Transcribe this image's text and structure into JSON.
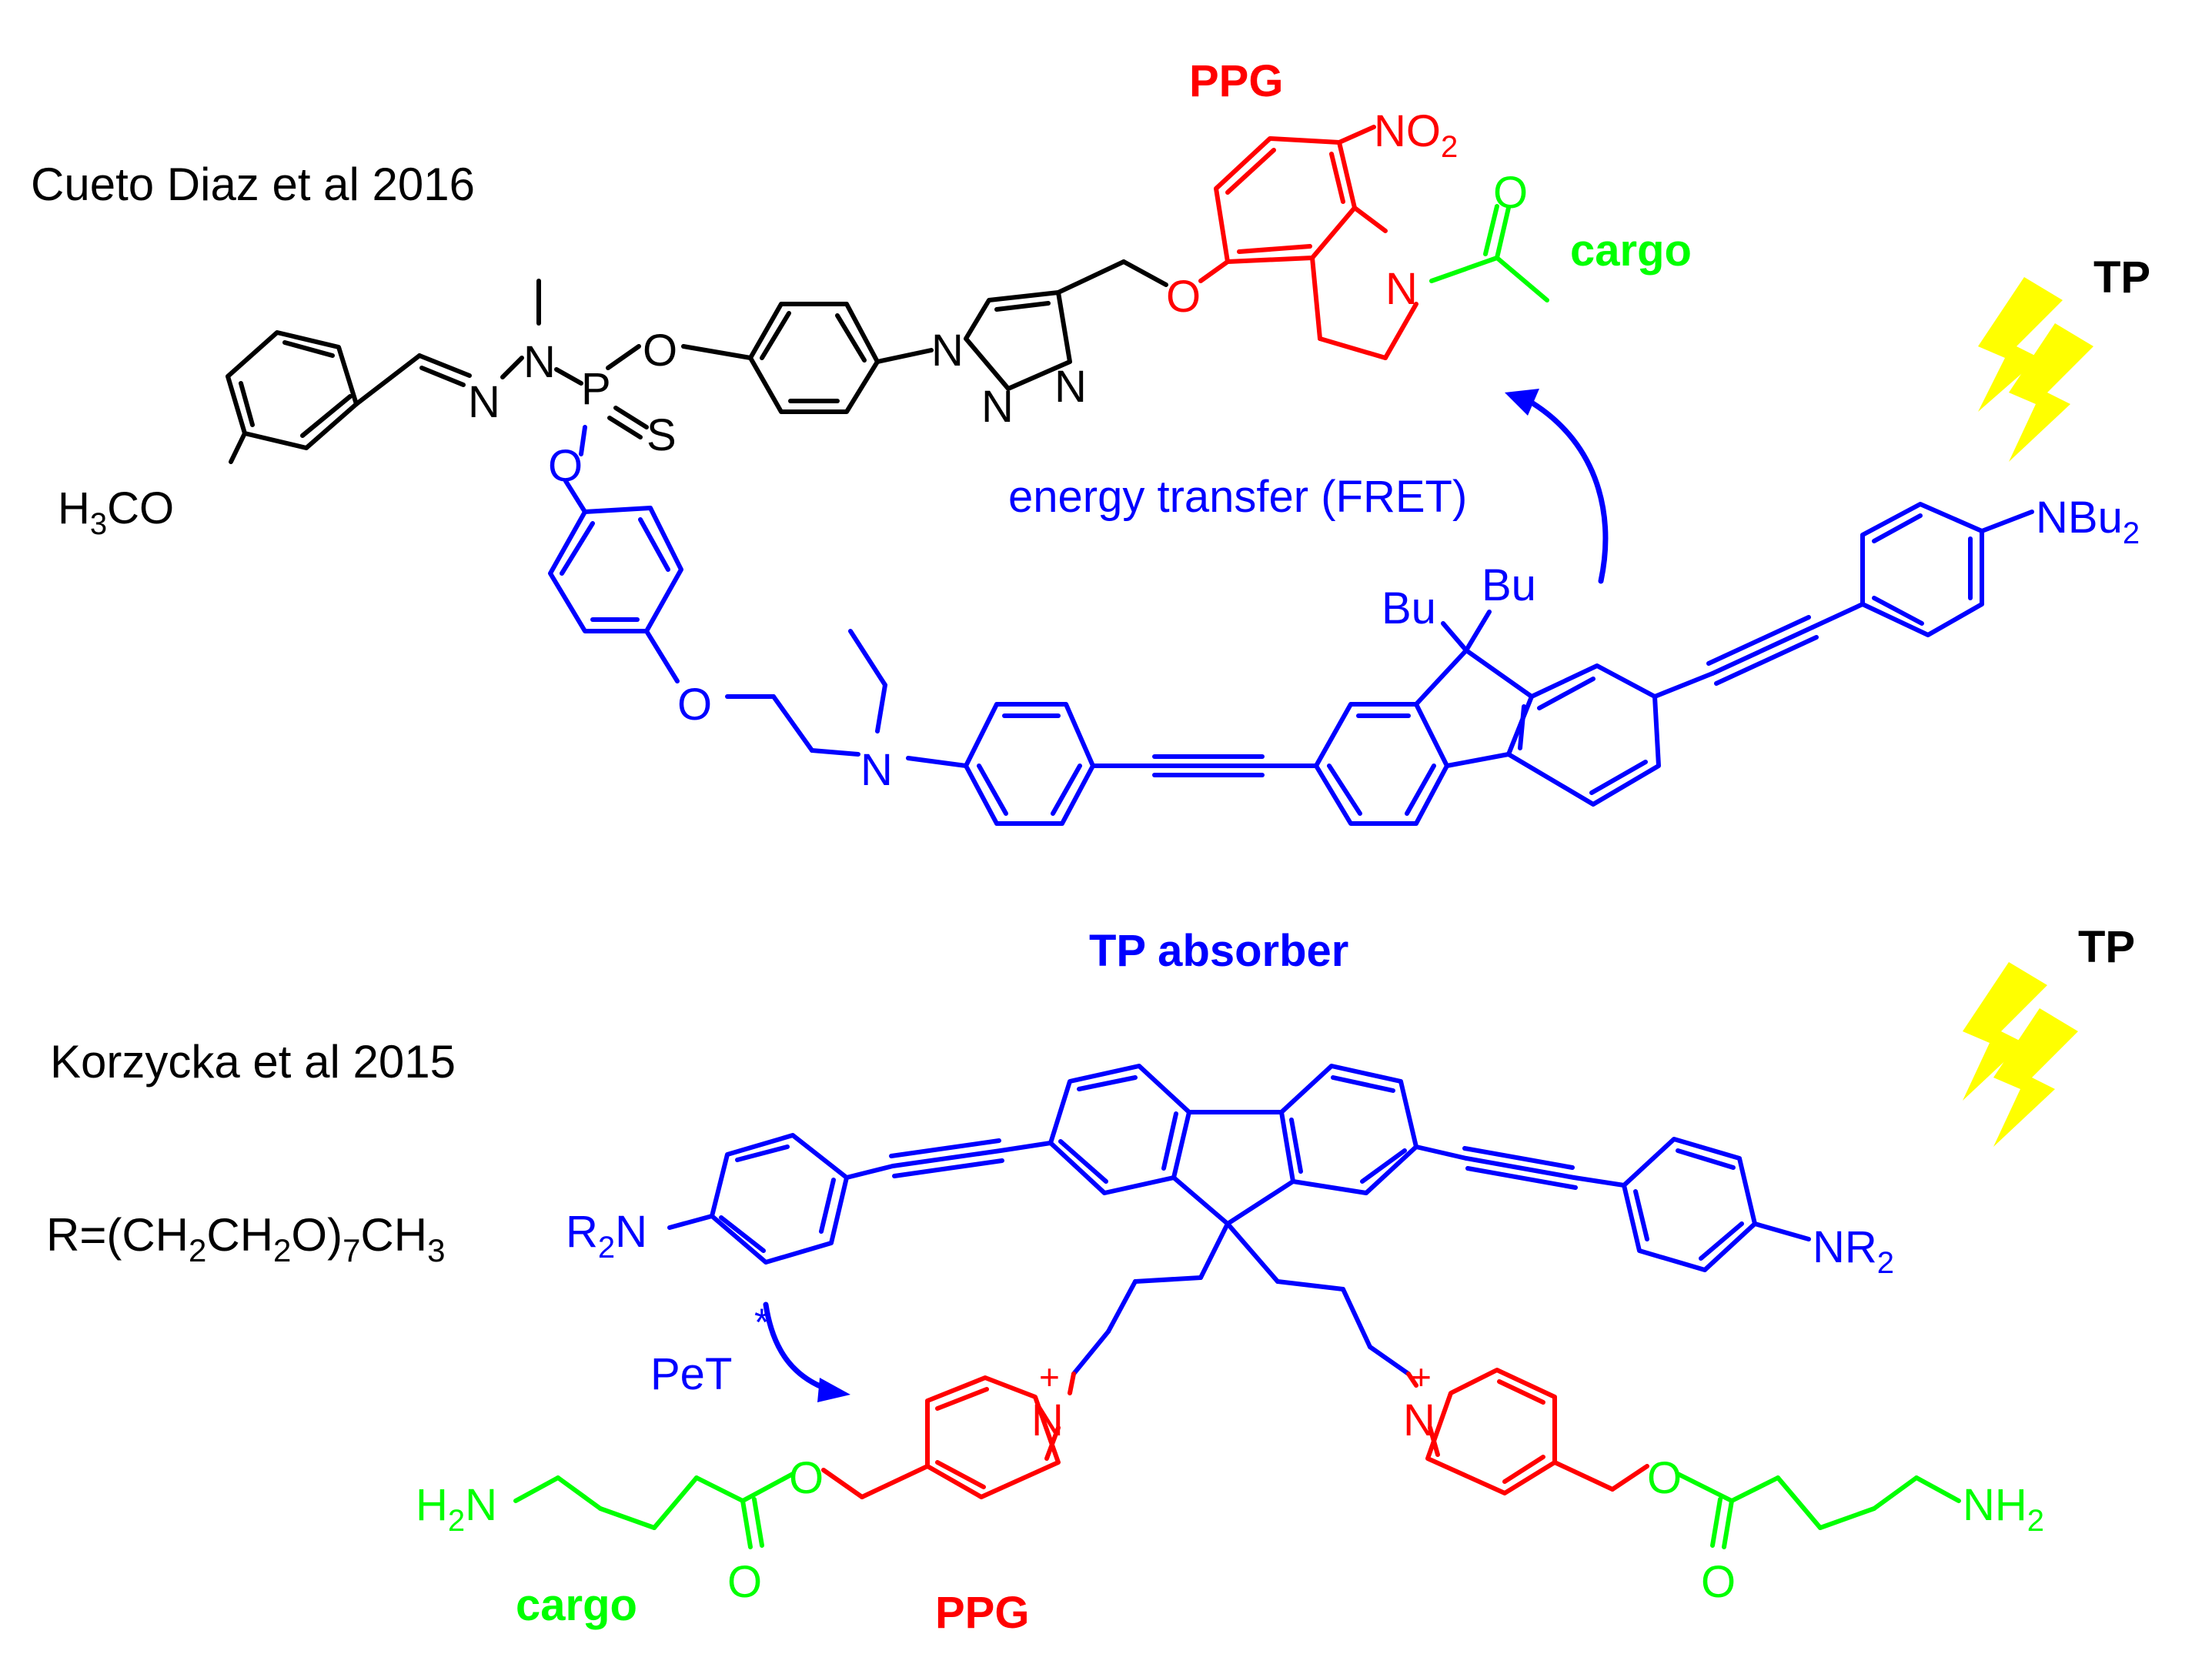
{
  "top_scheme": {
    "citation": "Cueto Diaz et al 2016",
    "ppg_label": "PPG",
    "cargo_label": "cargo",
    "tp_label": "TP",
    "transfer_label": "energy transfer (FRET)",
    "absorber_label": "TP absorber",
    "atoms": {
      "methoxy": "H3CO",
      "imine_n": "N",
      "hydrazide_n": "N",
      "phosphorus": "P",
      "sulfur": "S",
      "o_left": "O",
      "o_lower": "O",
      "triazole_n1": "N",
      "triazole_n2": "N",
      "triazole_n3": "N",
      "ether_o": "O",
      "nitro": "NO2",
      "indoline_n": "N",
      "acetyl_o": "O",
      "ethoxy_o": "O",
      "amine_n": "N",
      "bu_left": "Bu",
      "bu_right": "Bu",
      "dibutylamino": "NBu2"
    }
  },
  "bottom_scheme": {
    "citation": "Korzycka et al 2015",
    "r_definition": "R=(CH2CH2O)7CH3",
    "tp_label": "TP",
    "pet_label": "PeT",
    "pet_star": "*",
    "cargo_label": "cargo",
    "ppg_label": "PPG",
    "atoms": {
      "nr2_left": "R2N",
      "nr2_right": "NR2",
      "pyridinium_left": "N",
      "pyridinium_right": "N",
      "plus": "+",
      "ester_o_left": "O",
      "ester_o_right": "O",
      "carbonyl_o_left": "O",
      "carbonyl_o_right": "O",
      "nh2_left": "H2N",
      "nh2_right": "NH2"
    }
  },
  "colors": {
    "ppg": "#FF0000",
    "cargo": "#00FF00",
    "absorber": "#0000FF",
    "lightning": "#FFFF00",
    "skeleton": "#000000"
  }
}
